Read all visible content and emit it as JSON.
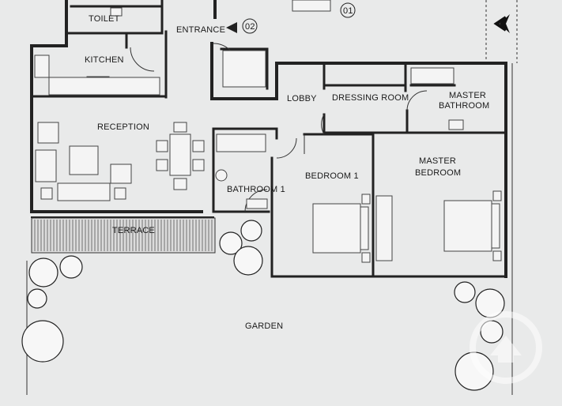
{
  "rooms": {
    "toilet": "TOILET",
    "entrance": "ENTRANCE",
    "kitchen": "KITCHEN",
    "lobby": "LOBBY",
    "dressing_room": "DRESSING ROOM",
    "master_bathroom_1": "MASTER",
    "master_bathroom_2": "BATHROOM",
    "reception": "RECEPTION",
    "master_bedroom_1": "MASTER",
    "master_bedroom_2": "BEDROOM",
    "bedroom_1": "BEDROOM 1",
    "bathroom_1": "BATHROOM 1",
    "terrace": "TERRACE",
    "garden": "GARDEN"
  },
  "markers": {
    "entry_02": "02",
    "entry_01": "01"
  },
  "colors": {
    "background": "#e9eaea",
    "walls": "#222222"
  },
  "icons": [
    "entrance-arrow-icon",
    "north-arrow-icon",
    "watermark-logo-icon"
  ]
}
